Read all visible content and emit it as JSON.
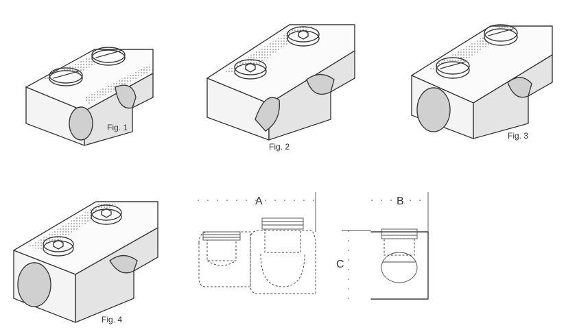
{
  "figures": {
    "fig1": {
      "caption": "Fig. 1"
    },
    "fig2": {
      "caption": "Fig. 2"
    },
    "fig3": {
      "caption": "Fig. 3"
    },
    "fig4": {
      "caption": "Fig. 4"
    }
  },
  "dimensions": {
    "a": "A",
    "b": "B",
    "c": "C"
  },
  "colors": {
    "ink": "#3a3a3a",
    "background": "#ffffff"
  }
}
